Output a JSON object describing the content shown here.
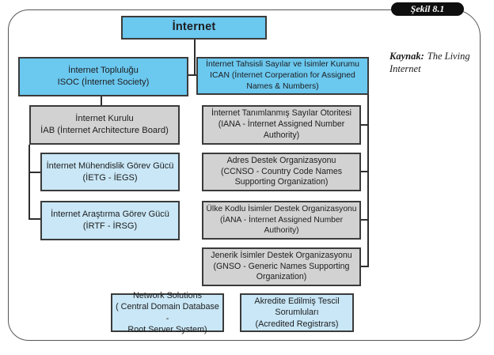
{
  "figure": {
    "label": "Şekil 8.1",
    "source": {
      "prefix": "Kaynak:",
      "text": "The Living Internet"
    }
  },
  "colors": {
    "bright_blue": "#6bc8ef",
    "pale_blue": "#c9e7f6",
    "gray": "#d2d2d2",
    "box_border": "#3b3b3b",
    "frame_border": "#565656",
    "pill_background": "#0f0f0f",
    "pill_text": "#ffffff"
  },
  "nodes": {
    "internet": {
      "text": "İnternet"
    },
    "isoc": {
      "text": "İnternet Topluluğu\nISOC (İnternet Society)"
    },
    "ican": {
      "text": "İnternet Tahsisli Sayılar ve İsimler Kurumu\nICAN (İnternet Corperation for Assigned\nNames & Numbers)"
    },
    "iab": {
      "text": "İnternet Kurulu\nİAB (İnternet Architecture Board)"
    },
    "ietg": {
      "text": "İnternet Mühendislik Görev Gücü\n(İETG - İEGS)"
    },
    "irtf": {
      "text": "İnternet Araştırma Görev Gücü\n(İRTF - İRSG)"
    },
    "iana": {
      "text": "İnternet Tanımlanmış Sayılar Otoritesi\n(IANA - İnternet Assigned Number\nAuthority)"
    },
    "adres": {
      "text": "Adres Destek Organizasyonu\n(CCNSO - Country Code Names\nSupporting Organization)"
    },
    "ulke": {
      "text": "Ülke Kodlu İsimler Destek Organizasyonu\n(İANA - İnternet Assigned Number\nAuthority)"
    },
    "jenerik": {
      "text": "Jenerik İsimler Destek Organizasyonu\n(GNSO - Generic Names Supporting\nOrganization)"
    },
    "network": {
      "text": "Network Solutions\n( Central Domain Database -\nRoot Server System)"
    },
    "akredite": {
      "text": "Akredite Edilmiş Tescil\nSorumluları\n(Acredited Registrars)"
    }
  }
}
